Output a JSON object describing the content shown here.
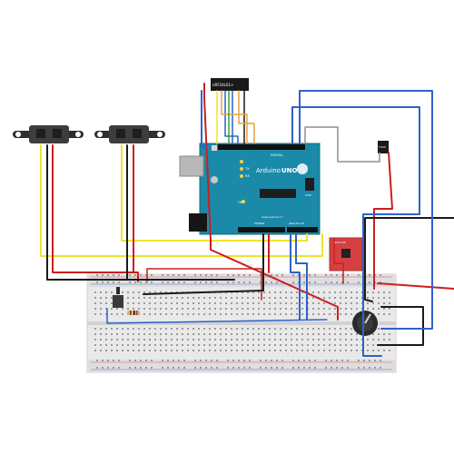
{
  "modules": {
    "rf_module_label": "nRF24L01+",
    "ir_receiver_label": "TSOP",
    "accel_label": "ADXL335"
  },
  "arduino": {
    "brand": "Arduino",
    "model": "UNO",
    "digital_header": "DIGITAL",
    "analog_header": "ANALOG IN",
    "power_header": "POWER",
    "site": "www.arduino.cc",
    "tx": "TX",
    "rx": "RX",
    "on": "ON",
    "icsp": "ICSP"
  },
  "colors": {
    "wire_red": "#cc1f1f",
    "wire_black": "#1a1a1a",
    "wire_yellow": "#f2e22c",
    "wire_blue": "#2e62c9",
    "wire_orange": "#e8a23a",
    "wire_gray": "#8f8f8f",
    "board_teal": "#1b8aa8",
    "breadboard": "#e9e9e9",
    "accel_red": "#d64040"
  }
}
